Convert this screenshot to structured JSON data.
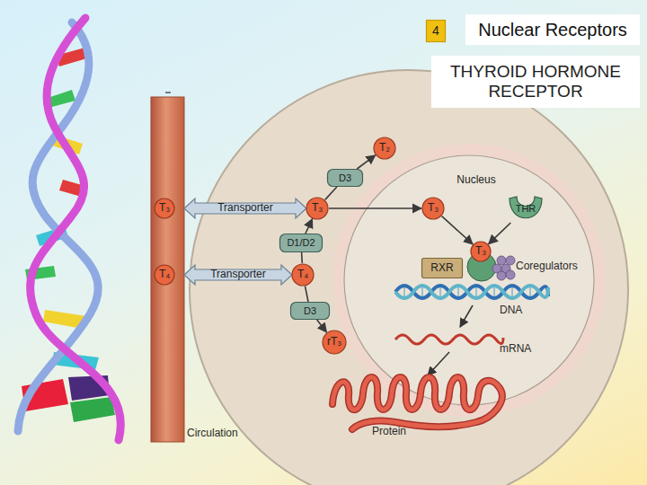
{
  "diagram": {
    "title": "Nuclear Receptors",
    "nodes": [
      {
        "text": [
          "4"
        ]
      },
      {
        "text": [
          "THYROID HORMONE RECEPTOR"
        ]
      },
      {
        "text": [
          "T₂"
        ]
      },
      {
        "text": [
          "D3"
        ]
      },
      {
        "text": [
          "Nucleus"
        ]
      },
      {
        "text": [
          "T₃"
        ]
      },
      {
        "text": [
          "Transporter"
        ]
      },
      {
        "text": [
          "T₃"
        ]
      },
      {
        "text": [
          "T₃"
        ],
        "in": 4
      },
      {
        "text": [
          "THR"
        ],
        "in": 4
      },
      {
        "text": [
          "D1/D2"
        ]
      },
      {
        "text": [
          "T₃"
        ],
        "in": 4
      },
      {
        "text": [
          "RXR"
        ],
        "in": 4
      },
      {
        "text": [
          "T₄"
        ]
      },
      {
        "text": [
          "Transporter"
        ]
      },
      {
        "text": [
          "T₄"
        ]
      },
      {
        "text": [
          "D3"
        ]
      },
      {
        "text": [
          "rT₃"
        ]
      }
    ],
    "edges": [
      {
        "from": 7,
        "to": 3,
        "arrow": "none"
      },
      {
        "from": 3,
        "to": 2,
        "arrow": "to"
      },
      {
        "from": 15,
        "to": 10,
        "arrow": "none"
      },
      {
        "from": 10,
        "to": 7,
        "arrow": "to"
      },
      {
        "from": 15,
        "to": 16,
        "arrow": "none"
      },
      {
        "from": 16,
        "to": 17,
        "arrow": "to"
      },
      {
        "from": 7,
        "to": 8,
        "arrow": "to"
      },
      {
        "from": 8,
        "to": 11,
        "arrow": "to"
      },
      {
        "from": 9,
        "to": 11,
        "arrow": "to"
      }
    ],
    "labels": [
      "Coregulators",
      "DNA",
      "mRNA",
      "Protein",
      "Circulation"
    ]
  }
}
